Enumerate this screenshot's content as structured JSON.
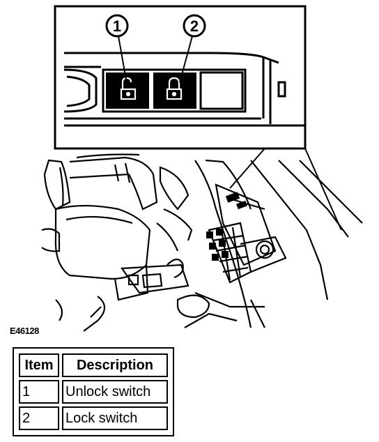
{
  "callouts": [
    {
      "number": "1",
      "description": "Unlock switch"
    },
    {
      "number": "2",
      "description": "Lock switch"
    }
  ],
  "figure_code": "E46128",
  "legend": {
    "header_item": "Item",
    "header_description": "Description",
    "rows": [
      {
        "item": "1",
        "description": "Unlock switch"
      },
      {
        "item": "2",
        "description": "Lock switch"
      }
    ]
  },
  "icons": {
    "unlock_switch": "unlocked-padlock-icon",
    "lock_switch": "locked-padlock-icon"
  },
  "colors": {
    "ink": "#000000",
    "paper": "#ffffff"
  }
}
